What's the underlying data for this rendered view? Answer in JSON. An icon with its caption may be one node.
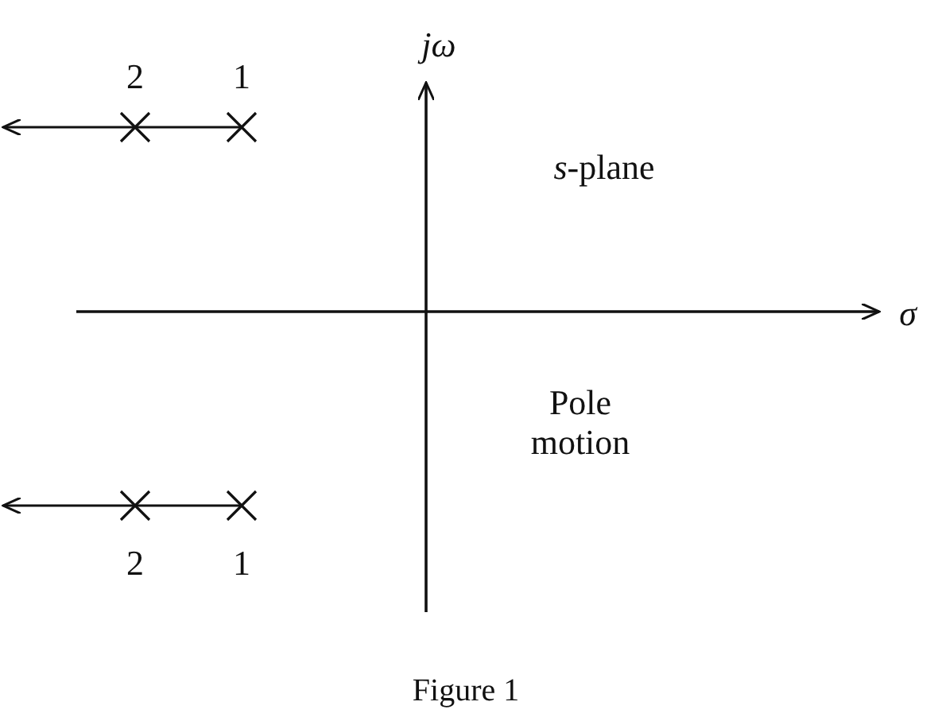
{
  "diagram": {
    "caption": "Figure 1",
    "labels": [
      "2",
      "1",
      "jω",
      "*s*-plane",
      "σ",
      "Pole motion",
      "2",
      "1"
    ]
  }
}
